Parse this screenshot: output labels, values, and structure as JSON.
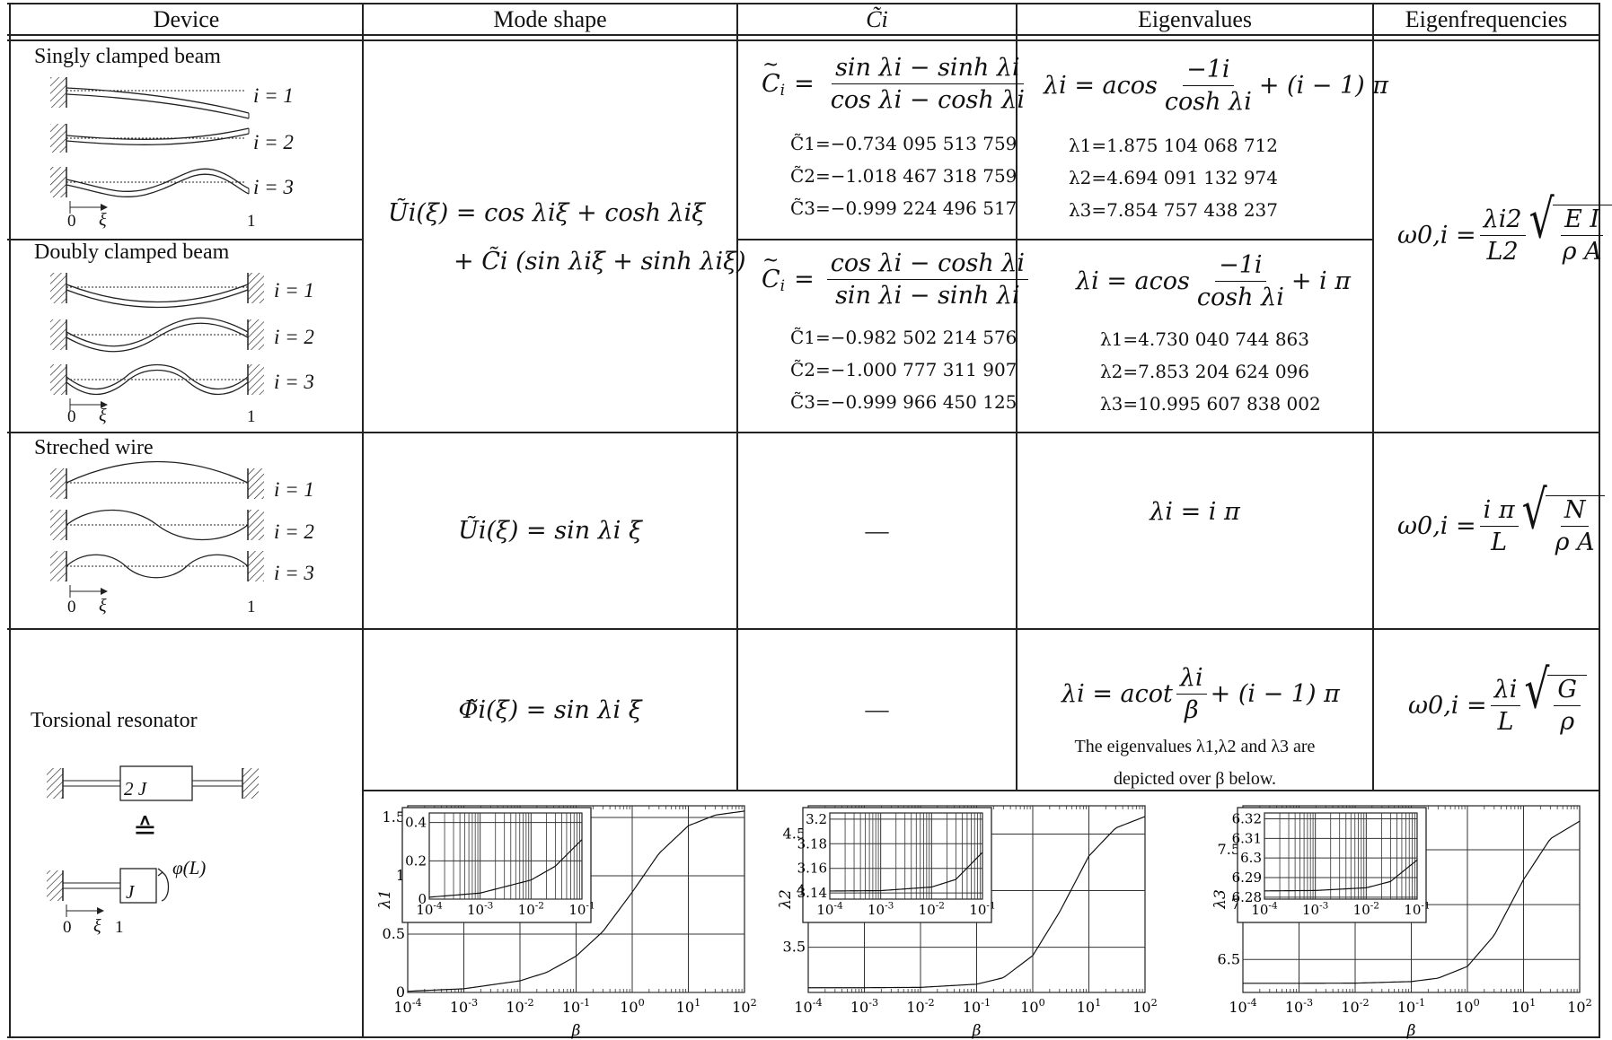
{
  "headers": {
    "device": "Device",
    "mode_shape": "Mode shape",
    "c_i": "C̃i",
    "eigenvalues": "Eigenvalues",
    "eigenfrequencies": "Eigenfrequencies"
  },
  "rows": {
    "singly": {
      "device": "Singly clamped beam",
      "i_labels": [
        "i = 1",
        "i = 2",
        "i = 3"
      ],
      "axis_zero": "0",
      "axis_xi": "ξ",
      "axis_one": "1",
      "c_formula_num": "sin λi − sinh λi",
      "c_formula_den": "cos λi − cosh λi",
      "c_values": [
        "C̃1=−0.734 095 513 759",
        "C̃2=−1.018 467 318 759",
        "C̃3=−0.999 224 496 517"
      ],
      "eig_formula_lhs": "λi = acos",
      "eig_formula_num": "−1i",
      "eig_formula_den": "cosh λi",
      "eig_formula_rhs": "+ (i − 1) π",
      "eig_values": [
        "λ1=1.875 104 068 712",
        "λ2=4.694 091 132 974",
        "λ3=7.854 757 438 237"
      ]
    },
    "doubly": {
      "device": "Doubly clamped beam",
      "i_labels": [
        "i = 1",
        "i = 2",
        "i = 3"
      ],
      "axis_zero": "0",
      "axis_xi": "ξ",
      "axis_one": "1",
      "c_formula_num": "cos λi − cosh λi",
      "c_formula_den": "sin λi − sinh λi",
      "c_values": [
        "C̃1=−0.982 502 214 576",
        "C̃2=−1.000 777 311 907",
        "C̃3=−0.999 966 450 125"
      ],
      "eig_formula_lhs": "λi = acos",
      "eig_formula_num": "−1i",
      "eig_formula_den": "cosh λi",
      "eig_formula_rhs": "+ i π",
      "eig_values": [
        "λ1=4.730 040 744 863",
        "λ2=7.853 204 624 096",
        "λ3=10.995 607 838 002"
      ]
    },
    "beam_mode_shape_line1": "Ũi(ξ) = cos λiξ + cosh λiξ",
    "beam_mode_shape_line2": "+ C̃i (sin λiξ + sinh λiξ)",
    "beam_eigenfrequency_lhs": "ω0,i =",
    "beam_eigenfrequency_num": "λi2",
    "beam_eigenfrequency_den": "L2",
    "beam_eigenfrequency_sqrt_num": "E I",
    "beam_eigenfrequency_sqrt_den": "ρ A",
    "wire": {
      "device": "Streched wire",
      "i_labels": [
        "i = 1",
        "i = 2",
        "i = 3"
      ],
      "axis_zero": "0",
      "axis_xi": "ξ",
      "axis_one": "1",
      "mode_shape": "Ũi(ξ) = sin λi ξ",
      "c": "—",
      "eigenvalue": "λi = i π",
      "freq_lhs": "ω0,i =",
      "freq_num": "i π",
      "freq_den": "L",
      "freq_sqrt_num": "N",
      "freq_sqrt_den": "ρ A"
    },
    "torsional": {
      "device": "Torsional resonator",
      "mass_top": "2 J",
      "equiv": "≙",
      "mass_bottom": "J",
      "phi_label": "φ(L)",
      "axis_zero": "0",
      "axis_xi": "ξ",
      "axis_one": "1",
      "mode_shape": "Φ̃i(ξ) = sin λi ξ",
      "c": "—",
      "eig_lhs": "λi = acot",
      "eig_num": "λi",
      "eig_den": "β",
      "eig_rhs": "+ (i − 1) π",
      "eig_note_line1": "The eigenvalues λ1,λ2 and λ3 are",
      "eig_note_line2": "depicted over β below.",
      "freq_lhs": "ω0,i =",
      "freq_num": "λi",
      "freq_den": "L",
      "freq_sqrt_num": "G",
      "freq_sqrt_den": "ρ"
    }
  },
  "chart_data": [
    {
      "type": "line",
      "xscale": "log",
      "xlabel": "β",
      "ylabel": "λ1",
      "xlim": [
        0.0001,
        100
      ],
      "ylim": [
        0,
        1.6
      ],
      "xticks": [
        "10-4",
        "10-3",
        "10-2",
        "10-1",
        "100",
        "101",
        "102"
      ],
      "yticks": [
        "0",
        "0.5",
        "1",
        "1.5"
      ],
      "grid": true,
      "x": [
        0.0001,
        0.001,
        0.01,
        0.03,
        0.1,
        0.3,
        1,
        3,
        10,
        30,
        100
      ],
      "y": [
        0.01,
        0.0316,
        0.0998,
        0.172,
        0.311,
        0.522,
        0.86,
        1.192,
        1.429,
        1.52,
        1.555
      ],
      "inset": {
        "xticks": [
          "10-4",
          "10-3",
          "10-2",
          "10-1"
        ],
        "yticks": [
          "0",
          "0.2",
          "0.4"
        ],
        "ylim": [
          0,
          0.45
        ],
        "x": [
          0.0001,
          0.001,
          0.01,
          0.03,
          0.1
        ],
        "y": [
          0.01,
          0.0316,
          0.0998,
          0.172,
          0.311
        ]
      }
    },
    {
      "type": "line",
      "xscale": "log",
      "xlabel": "β",
      "ylabel": "λ2",
      "xlim": [
        0.0001,
        100
      ],
      "ylim": [
        3.1,
        4.75
      ],
      "xticks": [
        "10-4",
        "10-3",
        "10-2",
        "10-1",
        "100",
        "101",
        "102"
      ],
      "yticks": [
        "3.5",
        "4",
        "4.5"
      ],
      "grid": true,
      "x": [
        0.0001,
        0.001,
        0.01,
        0.1,
        0.3,
        1,
        3,
        10,
        30,
        100
      ],
      "y": [
        3.1416,
        3.1419,
        3.1448,
        3.173,
        3.23,
        3.426,
        3.81,
        4.306,
        4.554,
        4.655
      ],
      "inset": {
        "xticks": [
          "10-4",
          "10-3",
          "10-2",
          "10-1"
        ],
        "yticks": [
          "3.14",
          "3.16",
          "3.18",
          "3.2"
        ],
        "ylim": [
          3.135,
          3.205
        ],
        "x": [
          0.0001,
          0.001,
          0.01,
          0.03,
          0.1
        ],
        "y": [
          3.1416,
          3.1419,
          3.1448,
          3.151,
          3.173
        ]
      }
    },
    {
      "type": "line",
      "xscale": "log",
      "xlabel": "β",
      "ylabel": "λ3",
      "xlim": [
        0.0001,
        100
      ],
      "ylim": [
        6.2,
        7.9
      ],
      "xticks": [
        "10-4",
        "10-3",
        "10-2",
        "10-1",
        "100",
        "101",
        "102"
      ],
      "yticks": [
        "6.5",
        "7",
        "7.5"
      ],
      "grid": true,
      "x": [
        0.0001,
        0.001,
        0.01,
        0.1,
        0.3,
        1,
        3,
        10,
        30,
        100
      ],
      "y": [
        6.2832,
        6.2834,
        6.2848,
        6.299,
        6.33,
        6.437,
        6.72,
        7.228,
        7.6,
        7.76
      ],
      "inset": {
        "xticks": [
          "10-4",
          "10-3",
          "10-2",
          "10-1"
        ],
        "yticks": [
          "6.28",
          "6.29",
          "6.3",
          "6.31",
          "6.32"
        ],
        "ylim": [
          6.279,
          6.323
        ],
        "x": [
          0.0001,
          0.001,
          0.01,
          0.03,
          0.1
        ],
        "y": [
          6.2832,
          6.2834,
          6.2848,
          6.288,
          6.299
        ]
      }
    }
  ]
}
